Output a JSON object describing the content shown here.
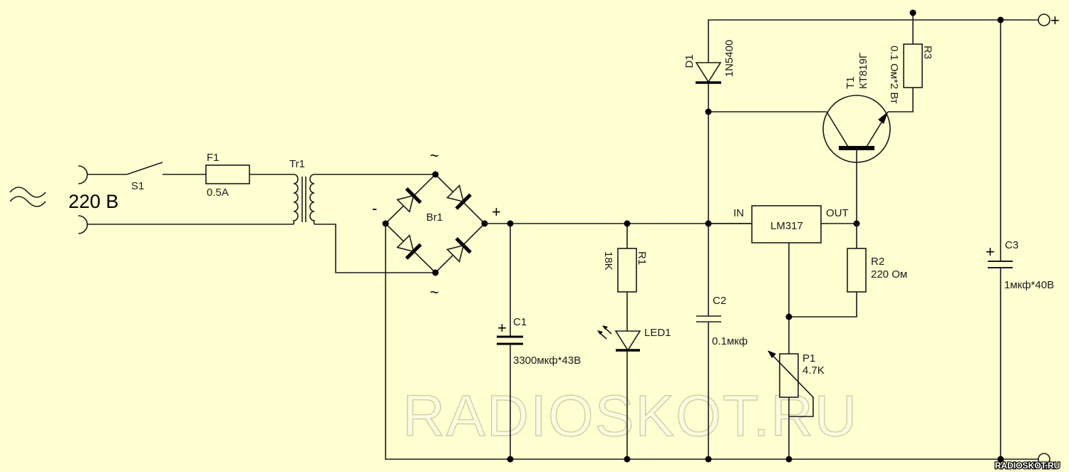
{
  "diagram": {
    "title": "Regulated power supply with LM317 and KT819G pass transistor",
    "mains": {
      "label": "220 В",
      "symbol": "ac-wave-icon"
    },
    "switch": {
      "ref": "S1"
    },
    "fuse": {
      "ref": "F1",
      "value": "0.5A"
    },
    "transformer": {
      "ref": "Tr1"
    },
    "bridge": {
      "ref": "Br1",
      "ac_top": "~",
      "ac_bottom": "~",
      "minus": "-",
      "plus": "+"
    },
    "c1": {
      "ref": "C1",
      "value": "3300мкф*43В",
      "polarity": "+"
    },
    "r1": {
      "ref": "R1",
      "value": "18K"
    },
    "led": {
      "ref": "LED1"
    },
    "c2": {
      "ref": "C2",
      "value": "0.1мкф"
    },
    "d1": {
      "ref": "D1",
      "value": "1N5400"
    },
    "t1": {
      "ref": "T1",
      "value": "КТ819Г"
    },
    "r3": {
      "ref": "R3",
      "value": "0.1 Ом*2 Вт"
    },
    "regulator": {
      "ref": "LM317",
      "in": "IN",
      "out": "OUT"
    },
    "r2": {
      "ref": "R2",
      "value": "220 Ом"
    },
    "p1": {
      "ref": "P1",
      "value": "4.7K"
    },
    "c3": {
      "ref": "C3",
      "value": "1мкф*40В",
      "polarity": "+"
    },
    "output": {
      "plus": "+"
    },
    "watermark": "RADIOSKOT.RU",
    "corner_watermark": "RADIOSKOT.RU"
  }
}
